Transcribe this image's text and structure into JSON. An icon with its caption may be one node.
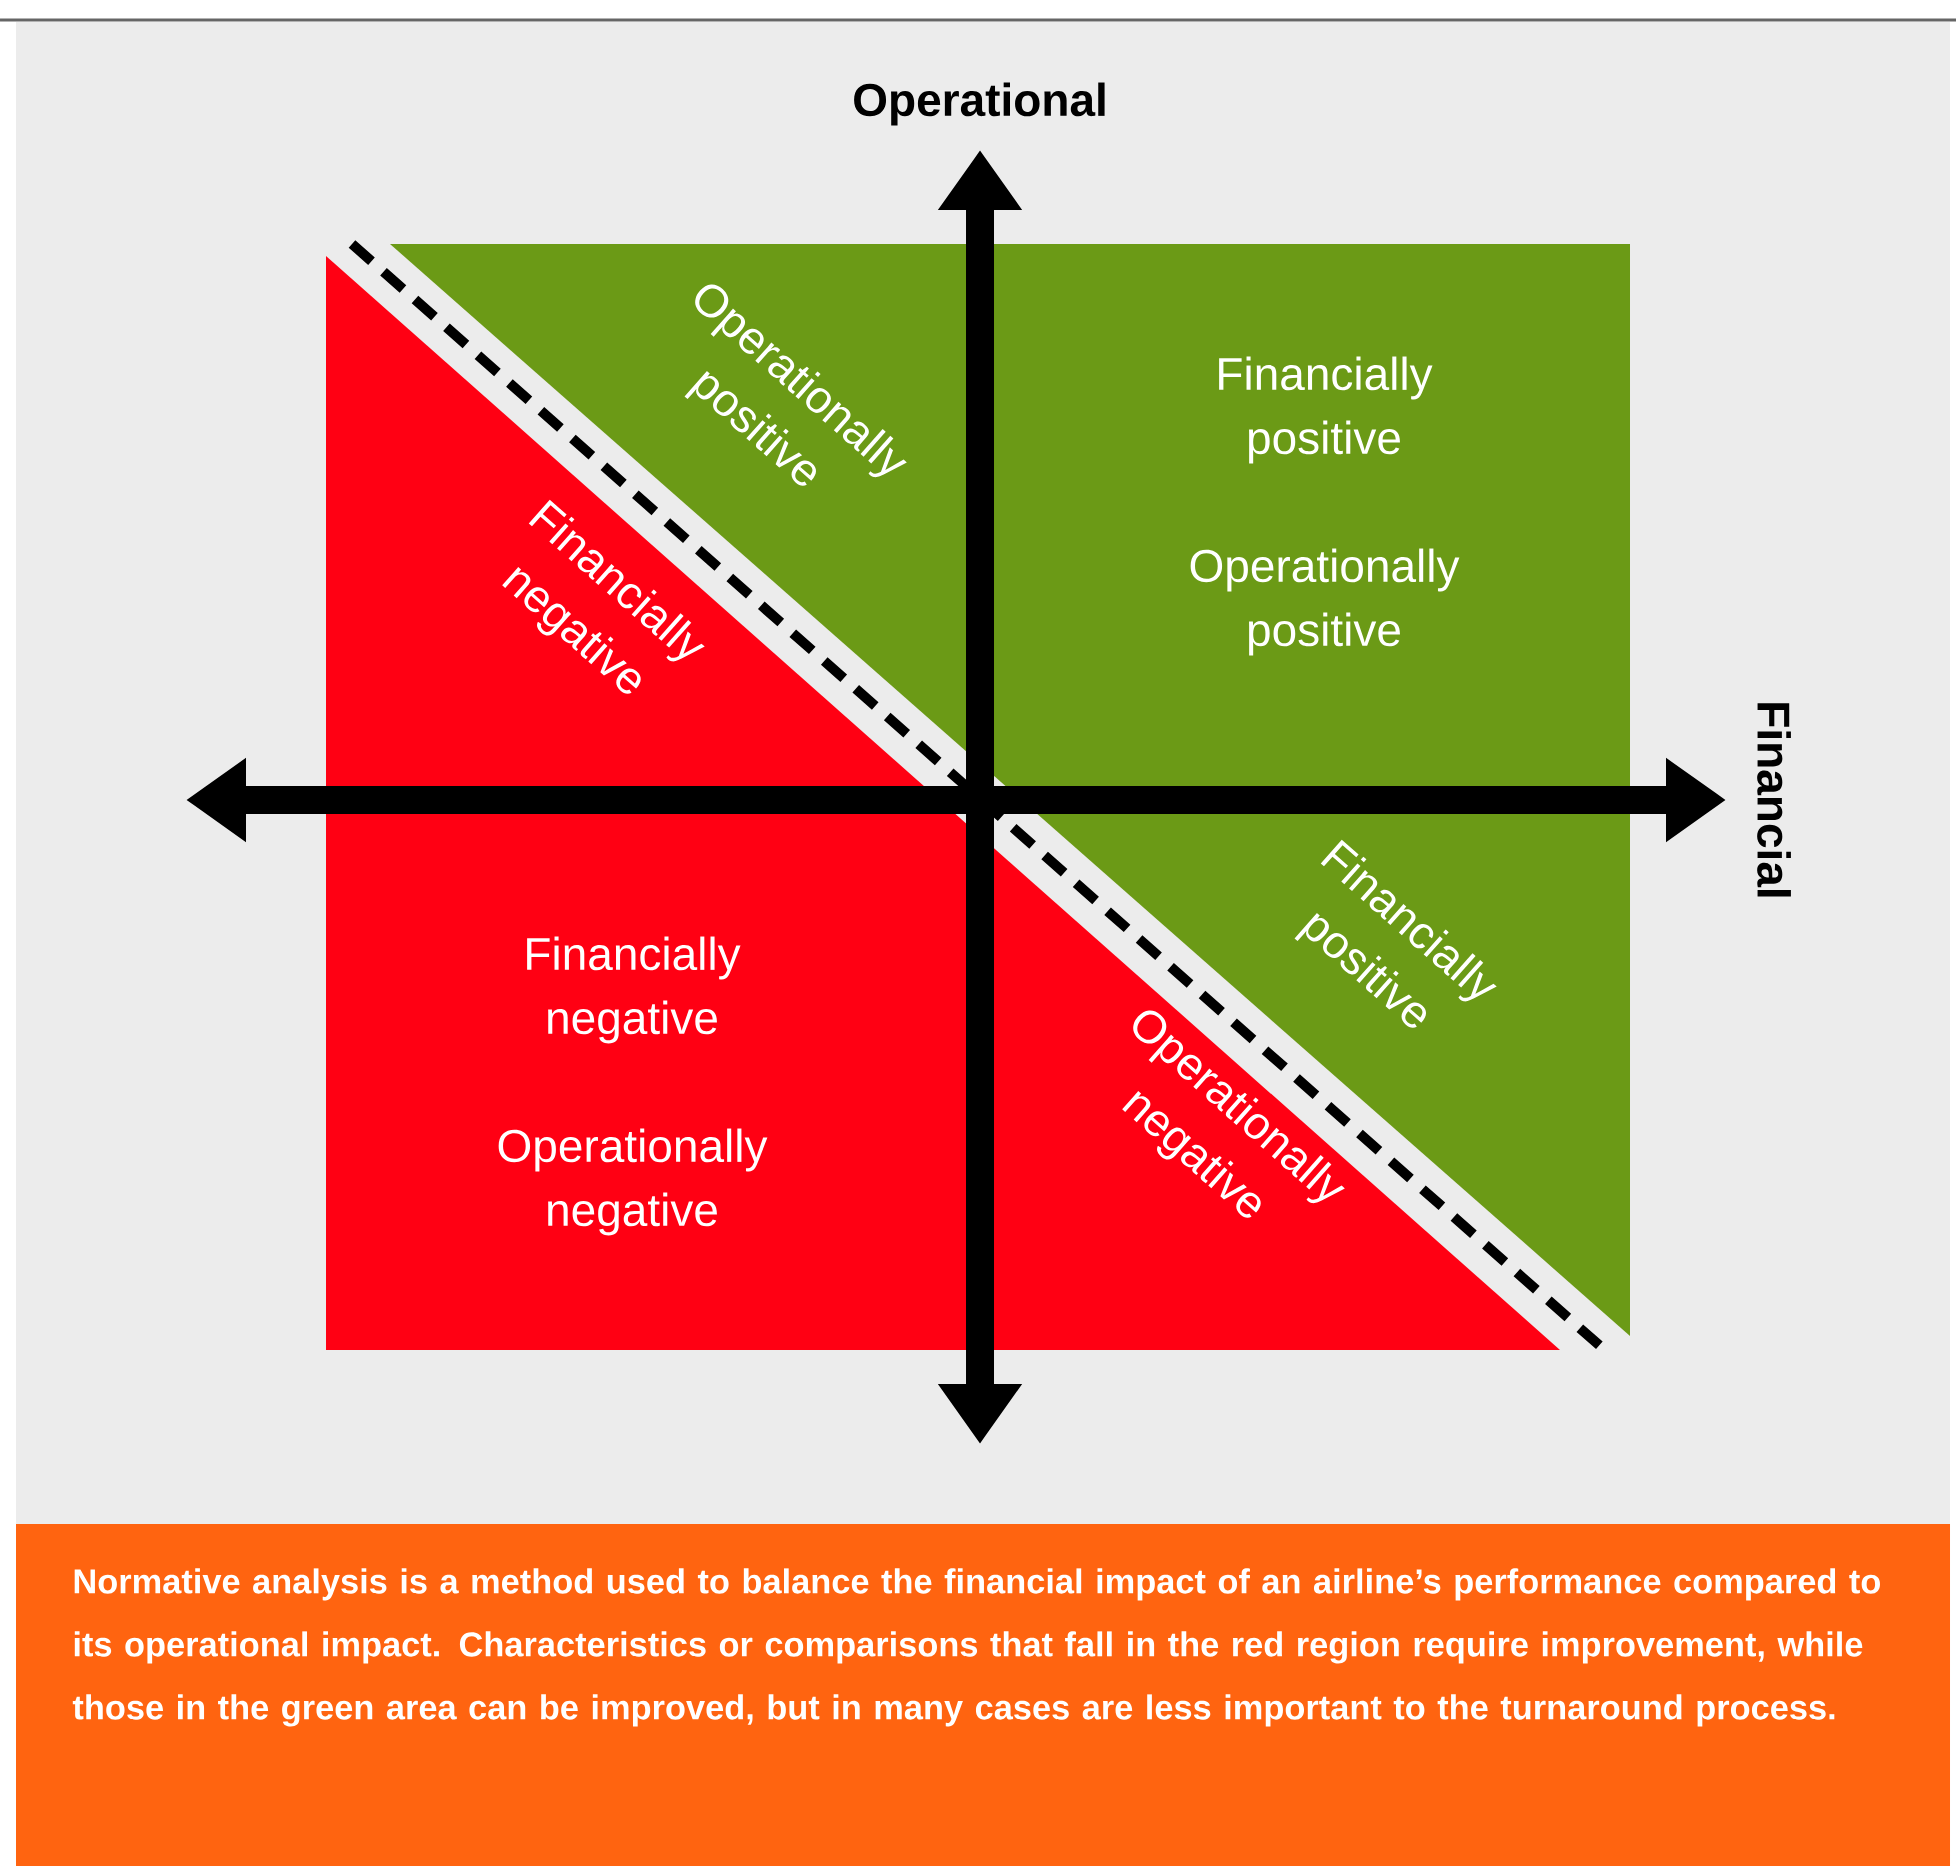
{
  "diagram": {
    "caption": "Normative analysis is a method used to balance the financial impact of an airline’s performance compared to its operational impact. Characteristics or comparisons that fall in the red region require improvement, while those in the green area can be improved, but in many cases are less important to the turnaround process.",
    "nodes": [
      {
        "text": [
          "Operationally positive",
          "Financially positive",
          "Operationally positive",
          "Financially positive"
        ]
      },
      {
        "text": [
          "Financially negative",
          "Financially negative",
          "Operationally negative",
          "Operationally negative"
        ]
      }
    ],
    "labels": [
      "Operational",
      "Financial"
    ]
  }
}
